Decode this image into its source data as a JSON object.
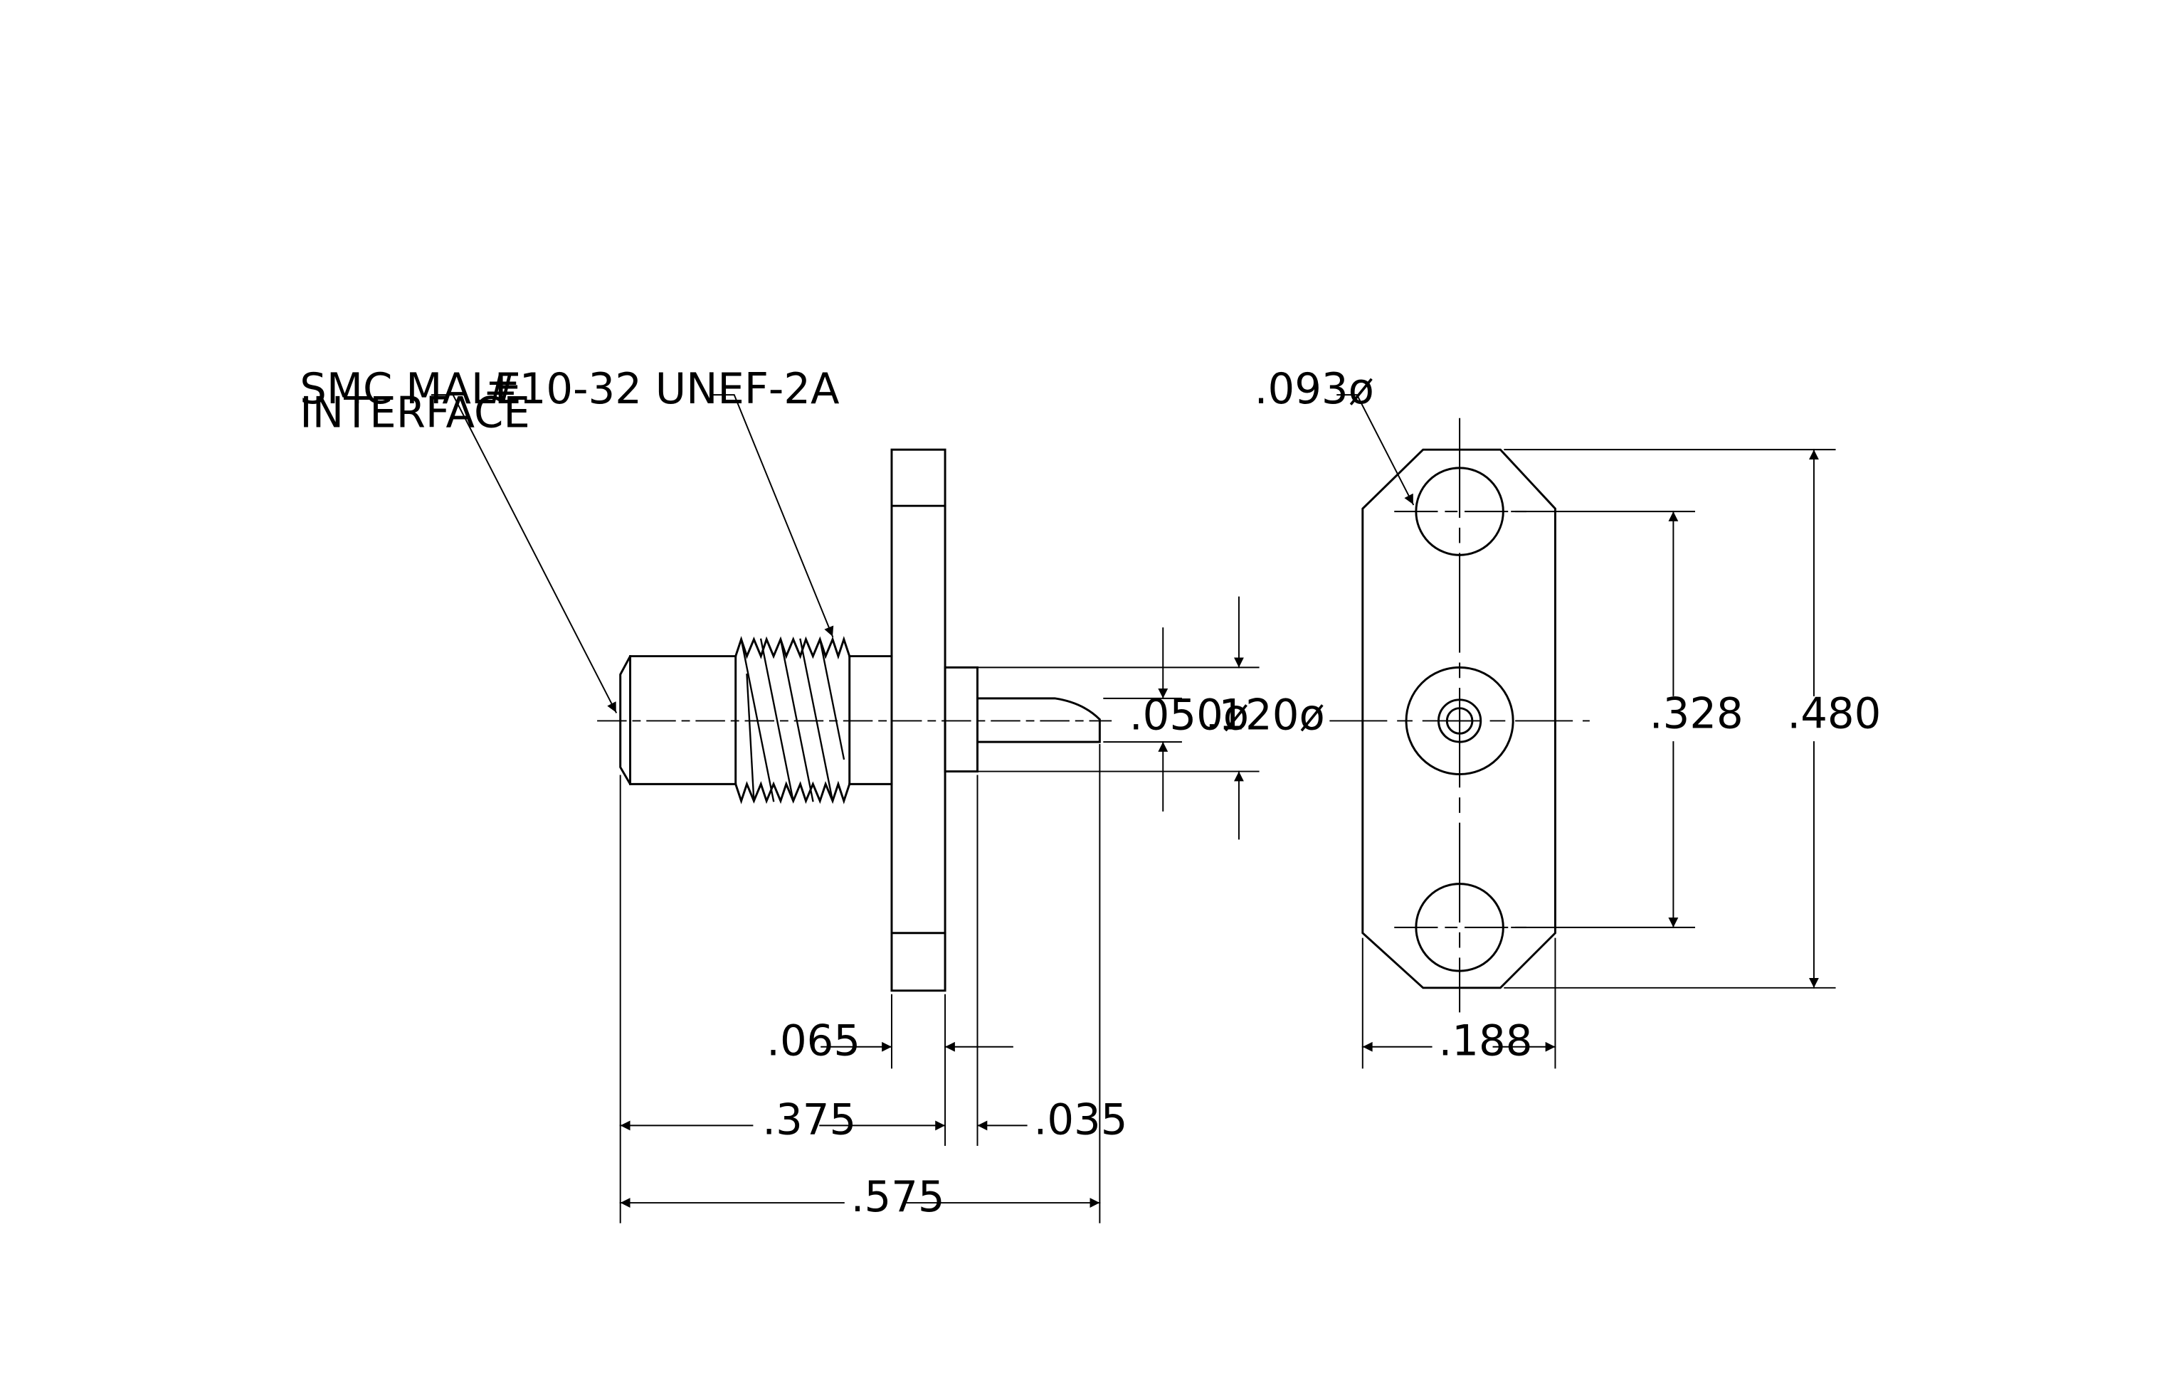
{
  "callouts": {
    "interface_line1": "SMC MALE",
    "interface_line2": "INTERFACE",
    "thread": "#10-32 UNEF-2A",
    "hole_dia": ".093ø"
  },
  "dimensions": {
    "pin_dia": ".050ø",
    "body_dia": ".120ø",
    "flange_thickness": ".065",
    "length_to_flange": ".375",
    "shoulder": ".035",
    "overall_length": ".575",
    "flange_width": ".188",
    "hole_spacing": ".328",
    "flange_height": ".480"
  },
  "colors": {
    "line": "#000000",
    "background": "#ffffff"
  }
}
